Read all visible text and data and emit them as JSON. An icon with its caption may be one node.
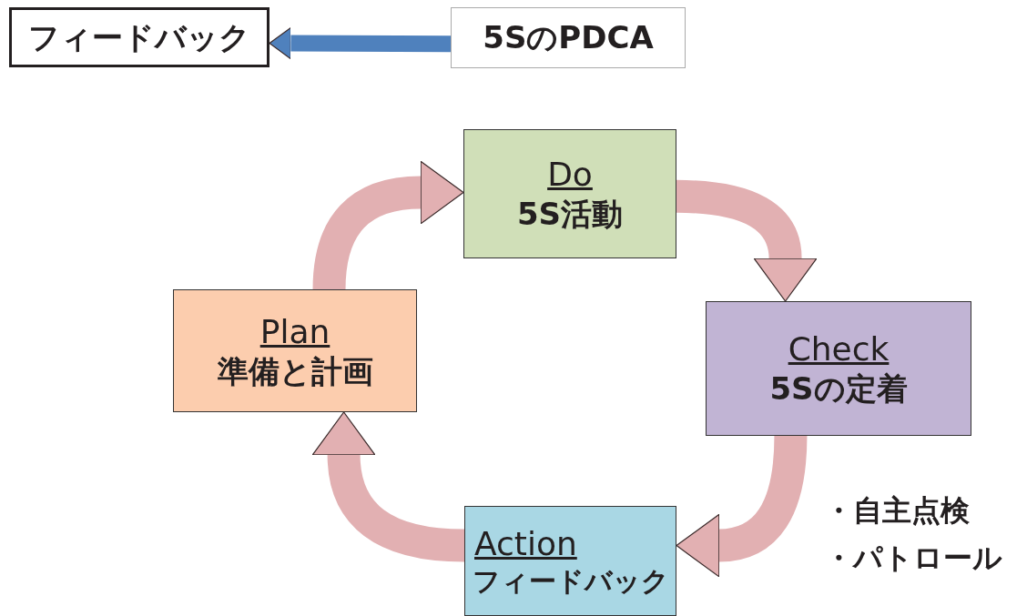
{
  "diagram": {
    "nodes": [
      {
        "text": [
          "フィードバック"
        ]
      },
      {
        "text": [
          "5SのPDCA"
        ]
      },
      {
        "text": [
          "Do",
          "5S活動"
        ]
      },
      {
        "text": [
          "Check",
          "5Sの定着"
        ]
      },
      {
        "text": [
          "Action",
          "フィードバック"
        ]
      },
      {
        "text": [
          "Plan",
          "準備と計画"
        ]
      }
    ],
    "edges": [
      {
        "from": 1,
        "to": 0,
        "arrow": "to",
        "color": "#4f81bd"
      },
      {
        "from": 5,
        "to": 2,
        "arrow": "to"
      },
      {
        "from": 2,
        "to": 3,
        "arrow": "to"
      },
      {
        "from": 3,
        "to": 4,
        "arrow": "to"
      },
      {
        "from": 4,
        "to": 5,
        "arrow": "to"
      }
    ],
    "labels": [
      "・自主点検",
      "・パトロール"
    ]
  }
}
